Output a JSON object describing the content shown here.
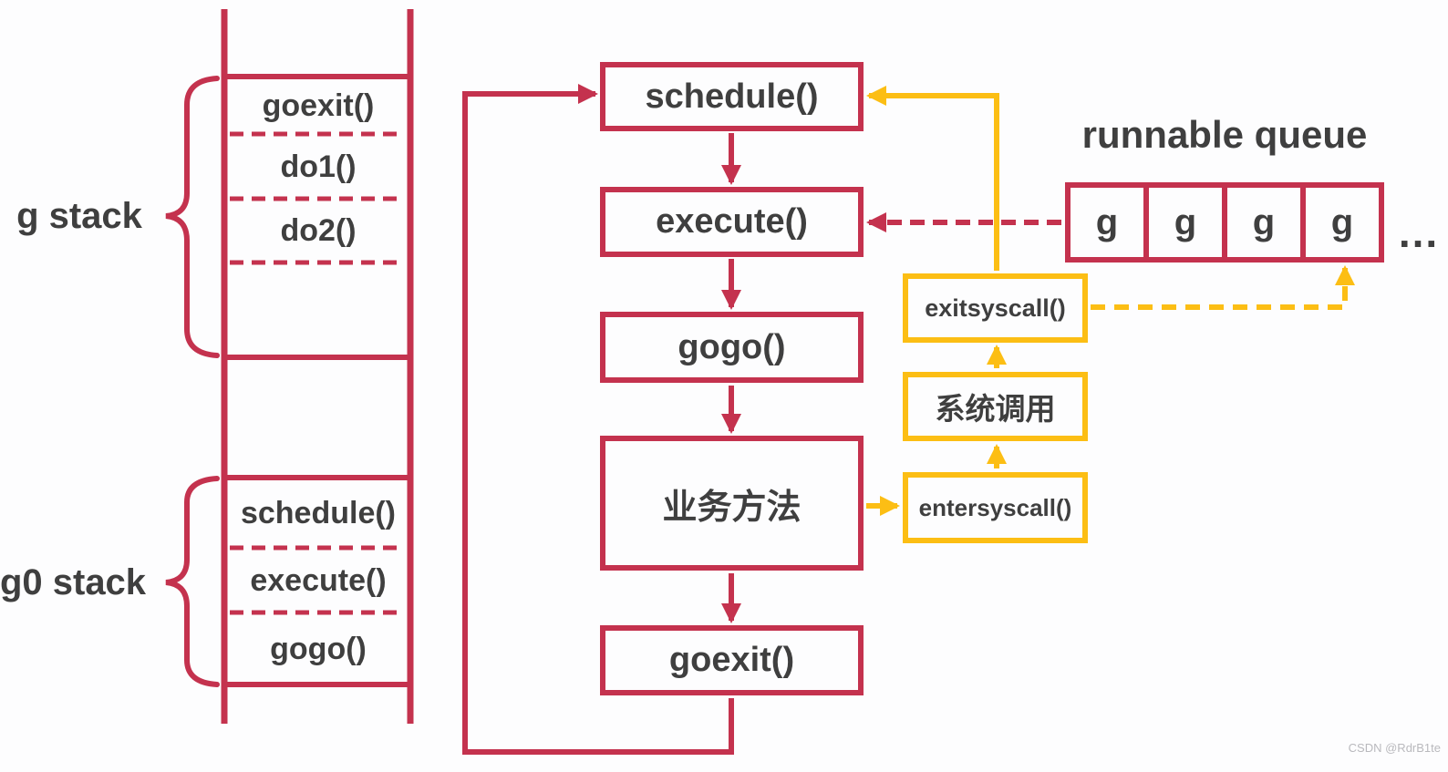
{
  "colors": {
    "red": "#C4324E",
    "yellow": "#FCBE14",
    "text": "#3F3F3F",
    "watermark_gray": "#B9B9BD"
  },
  "left_stack": {
    "g_label": "g stack",
    "g0_label": "g0 stack",
    "g_frames": [
      "goexit()",
      "do1()",
      "do2()"
    ],
    "g0_frames": [
      "schedule()",
      "execute()",
      "gogo()"
    ]
  },
  "flow_boxes": {
    "schedule": "schedule()",
    "execute": "execute()",
    "gogo": "gogo()",
    "business_method": "业务方法",
    "goexit": "goexit()"
  },
  "syscall_boxes": {
    "exitsyscall": "exitsyscall()",
    "system_call": "系统调用",
    "entersyscall": "entersyscall()"
  },
  "runnable_queue": {
    "title": "runnable queue",
    "cells": [
      "g",
      "g",
      "g",
      "g"
    ],
    "ellipsis": "..."
  },
  "watermark": "CSDN @RdrB1te"
}
